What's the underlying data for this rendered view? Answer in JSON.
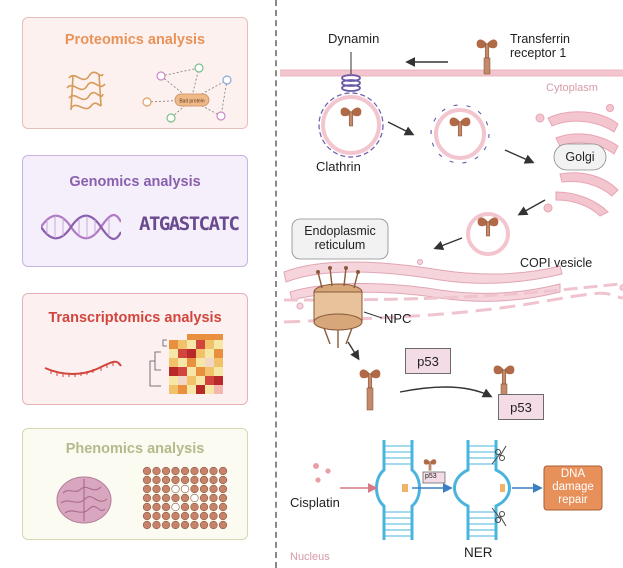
{
  "panels": [
    {
      "title": "Proteomics analysis",
      "title_color": "#e8935a",
      "bg": "#fdf1ef",
      "border": "#e7bdb8",
      "inner_label": "Bait protein"
    },
    {
      "title": "Genomics analysis",
      "title_color": "#8a5fae",
      "bg": "#f4effb",
      "border": "#c7b4e2",
      "sequence": "ATGASTCATC"
    },
    {
      "title": "Transcriptomics analysis",
      "title_color": "#d2453c",
      "bg": "#fdf0f1",
      "border": "#e5b3b7"
    },
    {
      "title": "Phenomics analysis",
      "title_color": "#b6b98c",
      "bg": "#fbfbf1",
      "border": "#d5d8b0"
    }
  ],
  "diagram": {
    "labels": {
      "dynamin": "Dynamin",
      "transferrin_receptor": "Transferrin receptor 1",
      "cytoplasm": "Cytoplasm",
      "clathrin": "Clathrin",
      "golgi": "Golgi",
      "er": "Endoplasmic reticulum",
      "copi_vesicle": "COPI vesicle",
      "npc": "NPC",
      "p53_box_1": "p53",
      "p53_box_2": "p53",
      "p53_small": "p53",
      "cisplatin": "Cisplatin",
      "ner": "NER",
      "dna_repair": "DNA damage repair",
      "nucleus": "Nucleus"
    },
    "colors": {
      "membrane": "#f3c6cf",
      "clathrin": "#6a5aa8",
      "golgi": "#e9a4b6",
      "protein": "#b06a48",
      "dna": "#4ab4dc",
      "repair_box": "#e8905a"
    }
  }
}
